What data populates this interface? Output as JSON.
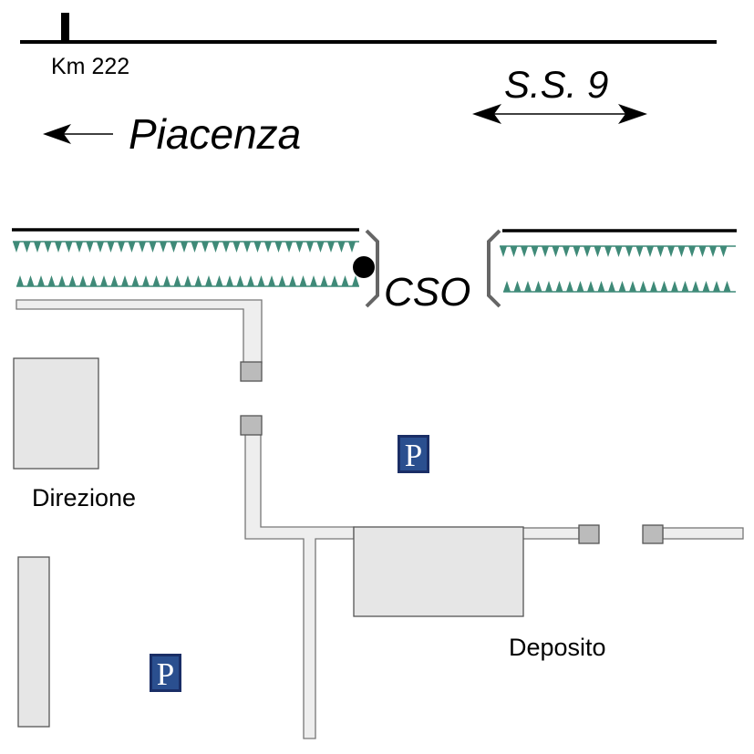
{
  "labels": {
    "km": "Km 222",
    "road": "S.S. 9",
    "direction": "Piacenza",
    "gate": "CSO",
    "office": "Direzione",
    "depot": "Deposito"
  },
  "parking": {
    "symbol": "P",
    "color": "#2a4f8f",
    "border_color": "#1a2e66"
  },
  "colors": {
    "road": "#000000",
    "building_fill": "#e6e6e6",
    "building_stroke": "#555555",
    "path_fill": "#eeeeee",
    "path_stroke": "#777777",
    "hedge": "#3f8a78",
    "gate_post": "#666666"
  },
  "icons": {
    "direction_arrow": "arrow-left-icon",
    "road_arrow": "double-arrow-icon",
    "gate_marker": "dot-icon"
  }
}
